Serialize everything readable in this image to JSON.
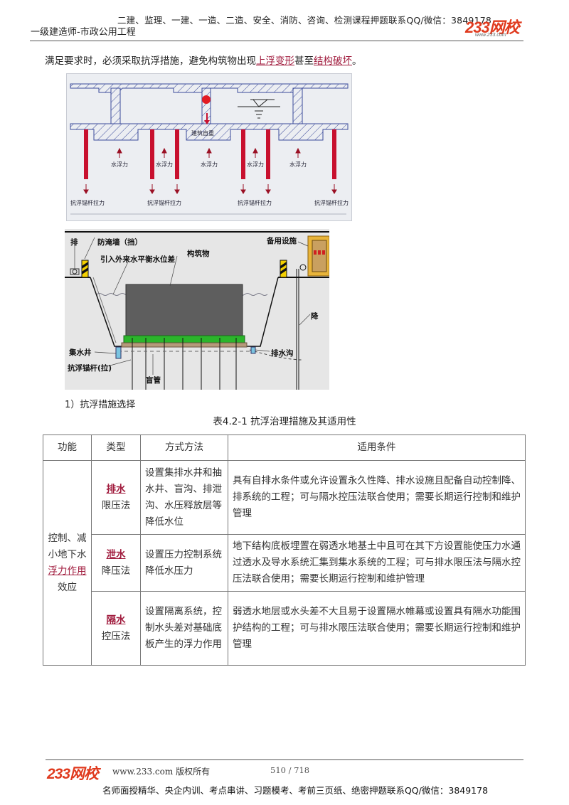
{
  "header": {
    "promo": "二建、监理、一建、一造、二造、安全、消防、咨询、检测课程押题联系QQ/微信：3849178",
    "subject": "一级建造师-市政公用工程",
    "logo": "233网校",
    "logo_url": "www.233.com"
  },
  "intro": {
    "text_before": "满足要求时，必须采取抗浮措施，避免构筑物出现",
    "link1": "上浮变形",
    "text_mid": "甚至",
    "link2": "结构破坏",
    "text_after": "。"
  },
  "figure1": {
    "labels": {
      "self_weight": "建筑自重",
      "buoyancy": "水浮力",
      "anchor_tension": "抗浮锚杆拉力"
    },
    "colors": {
      "anchor": "#c8102e",
      "background": "#eceef2"
    }
  },
  "figure2": {
    "labels": {
      "drain": "排",
      "flood_wall": "防淹墙（挡）",
      "water_balance": "引入外来水平衡水位差",
      "structure": "构筑物",
      "backup": "备用设施",
      "lower": "降",
      "sump": "集水井",
      "anchor": "抗浮锚杆(拉)",
      "blind_pipe": "盲管",
      "ditch": "排水沟"
    }
  },
  "section": {
    "title": "1）抗浮措施选择"
  },
  "table": {
    "caption": "表4.2-1 抗浮治理措施及其适用性",
    "headers": [
      "功能",
      "类型",
      "方式方法",
      "适用条件"
    ],
    "function": {
      "pre": "控制、减小地下水",
      "link": "浮力作用",
      "post": "效应"
    },
    "rows": [
      {
        "type_kw": "排水",
        "type_rest": "限压法",
        "method": "设置集排水井和抽水井、盲沟、排泄沟、水压释放层等降低水位",
        "condition": "具有自排水条件或允许设置永久性降、排水设施且配备自动控制降、排系统的工程；可与隔水控压法联合使用；需要长期运行控制和维护管理"
      },
      {
        "type_kw": "泄水",
        "type_rest": "降压法",
        "method": "设置压力控制系统降低水压力",
        "condition": "地下结构底板埋置在弱透水地基土中且可在其下方设置能使压力水通过透水及导水系统汇集到集水系统的工程；可与排水限压法与隔水控压法联合使用；需要长期运行控制和维护管理"
      },
      {
        "type_kw": "隔水",
        "type_rest": "控压法",
        "method": "设置隔离系统，控制水头差对基础底板产生的浮力作用",
        "condition": "弱透水地层或水头差不大且易于设置隔水帷幕或设置具有隔水功能围护结构的工程；可与排水限压法联合使用；需要长期运行控制和维护管理"
      }
    ]
  },
  "footer": {
    "logo": "233网校",
    "copyright": "www.233.com 版权所有",
    "page": "510 / 718",
    "promo": "名师面授精华、央企内训、考点串讲、习题模考、考前三页纸、绝密押题联系QQ/微信：3849178"
  }
}
